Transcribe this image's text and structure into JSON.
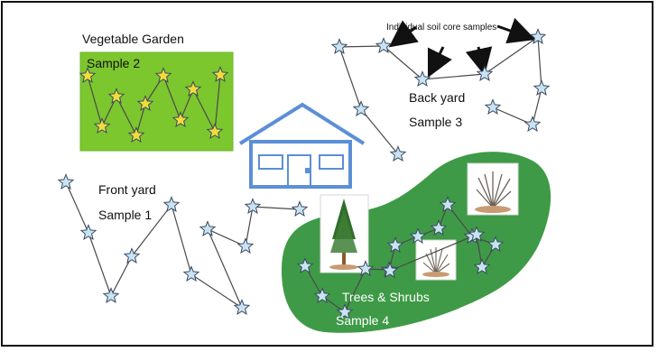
{
  "labels": {
    "vegetable_garden": "Vegetable Garden",
    "sample2": "Sample 2",
    "individual_soil_core": "Individual soil core samples",
    "back_yard": "Back yard",
    "sample3": "Sample 3",
    "front_yard": "Front yard",
    "sample1": "Sample 1",
    "trees_shrubs": "Trees  & Shrubs",
    "sample4": "Sample 4"
  },
  "icons": {
    "house": "house-icon",
    "tree": "tree-icon",
    "shrub": "shrub-icon",
    "star": "sample-star-icon"
  },
  "colors": {
    "frame": "#111111",
    "garden_fill": "#7cc62e",
    "green_area": "#3e9a46",
    "house_stroke": "#5b8fd6",
    "light_star": "#c9e3f2",
    "yellow_star": "#f2dc3a",
    "star_outline": "#3a4a63",
    "path_line": "#4a4a4a",
    "arrow": "#111111"
  }
}
